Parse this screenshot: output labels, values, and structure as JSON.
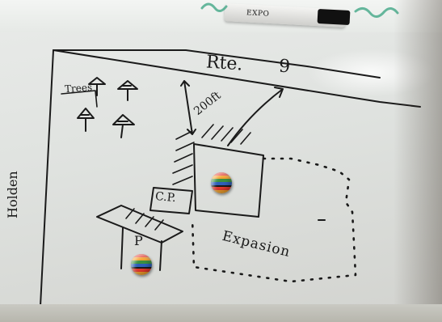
{
  "board": {
    "road_label": "Rte.",
    "road_number": "9",
    "trees_label": "Trees",
    "distance_label": "200ft",
    "cp_label": "C.P.",
    "p_label": "P",
    "expansion_label": "Expasion",
    "side_road_label": "Holden"
  },
  "marker": {
    "label": "EXPO"
  },
  "icons": {
    "tree": "tree-icon",
    "magnet": "magnet-icon"
  }
}
